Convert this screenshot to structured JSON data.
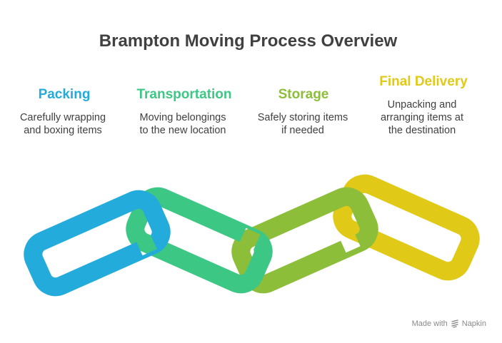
{
  "title": "Brampton Moving Process Overview",
  "steps": [
    {
      "title": "Packing",
      "description_lines": [
        "Carefully wrapping",
        "and boxing items"
      ],
      "color": "#22ABDB"
    },
    {
      "title": "Transportation",
      "description_lines": [
        "Moving belongings",
        "to the new location"
      ],
      "color": "#3DC785"
    },
    {
      "title": "Storage",
      "description_lines": [
        "Safely storing items",
        "if needed"
      ],
      "color": "#8DBE3A"
    },
    {
      "title": "Final Delivery",
      "description_lines": [
        "Unpacking and",
        "arranging items at",
        "the destination"
      ],
      "color": "#E1C918"
    }
  ],
  "credit": {
    "prefix": "Made with",
    "brand": "Napkin",
    "icon": "napkin-logo-icon"
  }
}
